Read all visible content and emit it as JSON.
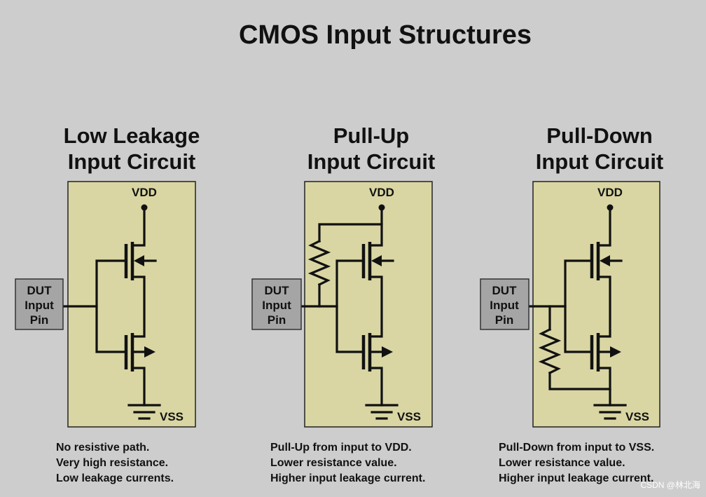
{
  "title": "CMOS Input Structures",
  "panels": [
    {
      "title_line1": "Low Leakage",
      "title_line2": "Input Circuit",
      "vdd": "VDD",
      "vss": "VSS",
      "pin_lines": [
        "DUT",
        "Input",
        "Pin"
      ],
      "desc": [
        "No resistive path.",
        "Very high resistance.",
        "Low leakage currents."
      ]
    },
    {
      "title_line1": "Pull-Up",
      "title_line2": "Input Circuit",
      "vdd": "VDD",
      "vss": "VSS",
      "pin_lines": [
        "DUT",
        "Input",
        "Pin"
      ],
      "desc": [
        "Pull-Up from input to VDD.",
        "Lower resistance value.",
        "Higher input leakage current."
      ]
    },
    {
      "title_line1": "Pull-Down",
      "title_line2": "Input Circuit",
      "vdd": "VDD",
      "vss": "VSS",
      "pin_lines": [
        "DUT",
        "Input",
        "Pin"
      ],
      "desc": [
        "Pull-Down from input to VSS.",
        "Lower resistance value.",
        "Higher input leakage current."
      ]
    }
  ],
  "watermark": "CSDN @林北海",
  "colors": {
    "background": "#cdcdcd",
    "panel": "#d9d6a3",
    "pin_box": "#a5a5a5",
    "ink": "#111111"
  }
}
